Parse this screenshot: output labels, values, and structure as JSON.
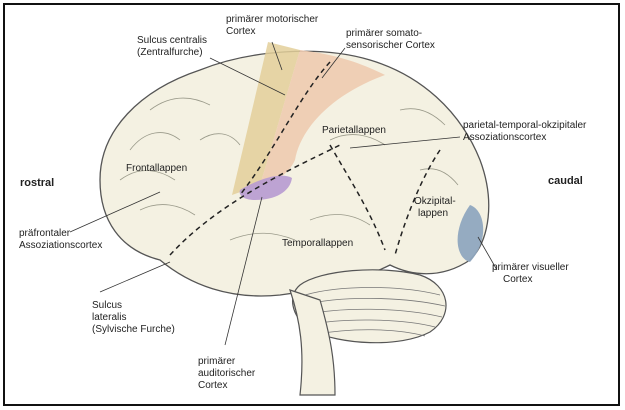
{
  "labels": {
    "rostral": "rostral",
    "caudal": "caudal",
    "sulcus_centralis": [
      "Sulcus centralis",
      "(Zentralfurche)"
    ],
    "primary_motor": [
      "primärer motorischer",
      "Cortex"
    ],
    "primary_somatosensory": [
      "primärer somato-",
      "sensorischer Cortex"
    ],
    "parietal_lobe": "Parietallappen",
    "association": [
      "parietal-temporal-okzipitaler",
      "Assoziationscortex"
    ],
    "frontal_lobe": "Frontallappen",
    "occipital_lobe": [
      "Okzipital-",
      "lappen"
    ],
    "prefrontal": [
      "präfrontaler",
      "Assoziationscortex"
    ],
    "temporal_lobe": "Temporallappen",
    "primary_visual": [
      "primärer visueller",
      "Cortex"
    ],
    "sulcus_lateralis": [
      "Sulcus",
      "lateralis",
      "(Sylvische Furche)"
    ],
    "primary_auditory": [
      "primärer",
      "auditorischer",
      "Cortex"
    ]
  },
  "colors": {
    "brain_fill": "#f4f1e2",
    "motor": "#e3cf9a",
    "somatosensory": "#eecbb0",
    "auditory": "#b79ad1",
    "visual": "#8fa6bf",
    "line": "#333333"
  }
}
